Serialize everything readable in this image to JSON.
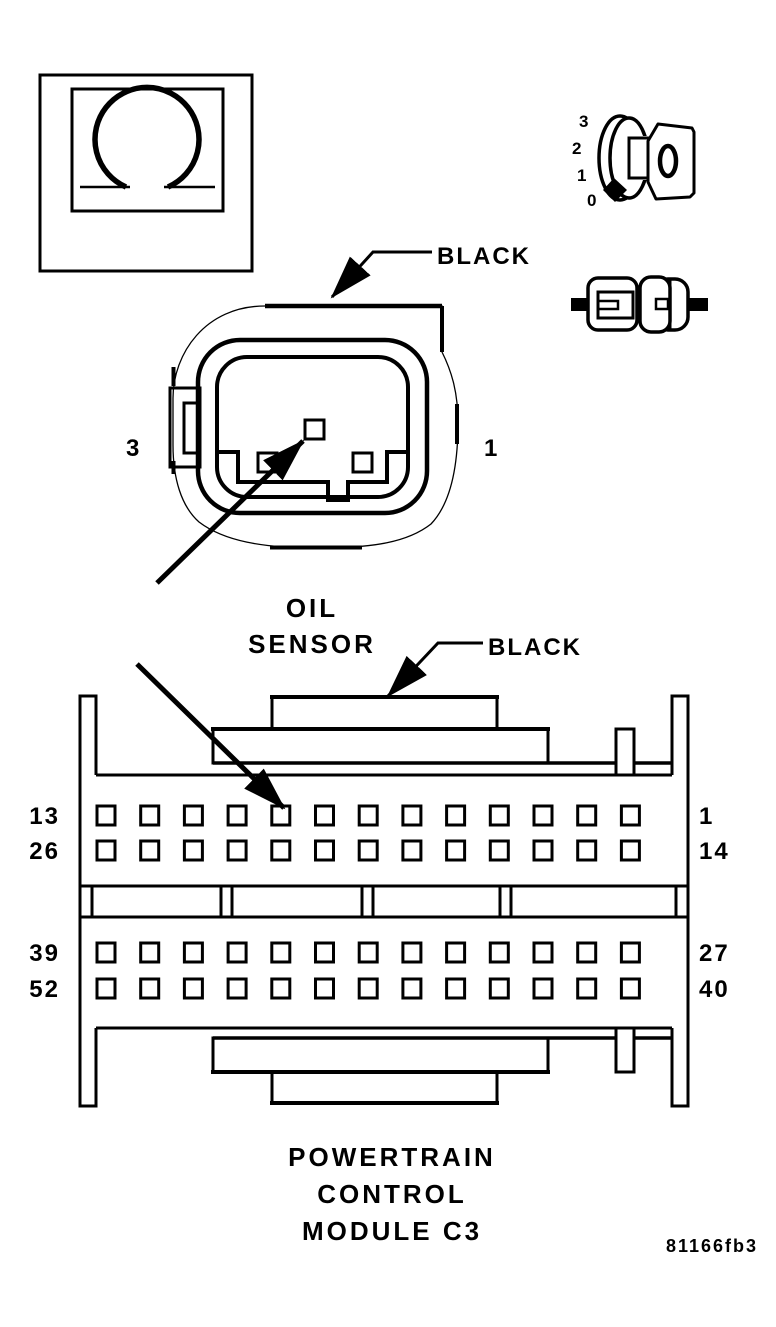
{
  "icons": {
    "top_left": "ohmmeter-icon",
    "top_right_1": "rotary-dial-icon",
    "top_right_2": "connector-pair-icon",
    "ohm_symbol": "ohm"
  },
  "rotary_dial": {
    "tick_labels": [
      "3",
      "2",
      "1",
      "0"
    ]
  },
  "oil_sensor": {
    "wire_color_label": "BLACK",
    "left_pin_label": "3",
    "right_pin_label": "1",
    "caption": [
      "OIL",
      "SENSOR"
    ]
  },
  "pcm": {
    "wire_color_label": "BLACK",
    "pins_per_row": 13,
    "pin_rows": 4,
    "row_labels_left": [
      "13",
      "26",
      "39",
      "52"
    ],
    "row_labels_right": [
      "1",
      "14",
      "27",
      "40"
    ],
    "caption": [
      "POWERTRAIN",
      "CONTROL",
      "MODULE C3"
    ]
  },
  "figure_code": "81166fb3",
  "colors": {
    "line": "#000000",
    "background": "#ffffff"
  }
}
